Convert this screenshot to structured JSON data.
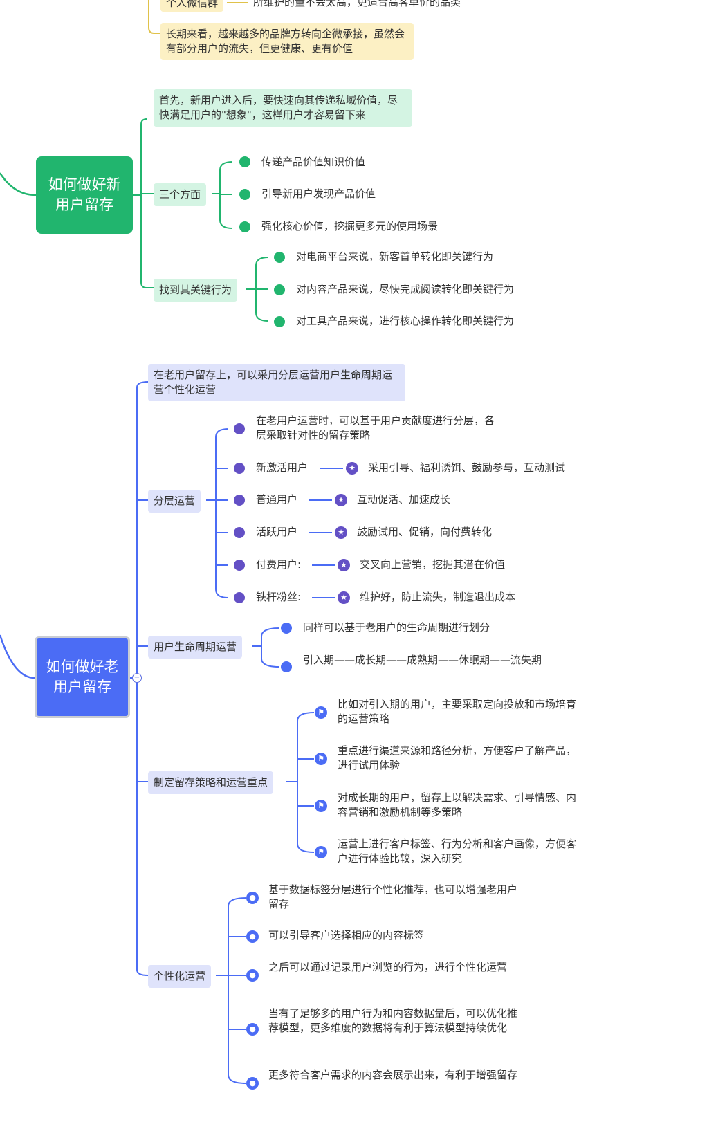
{
  "top": {
    "node_wechat": "个人微信群",
    "node_wechat_desc": "所维护的量不会太高，更适合高客单价的品类",
    "node_longterm": "长期来看，越来越多的品牌方转向企微承接，虽然会有部分用户的流失，但更健康、更有价值"
  },
  "new_user": {
    "root": "如何做好新用户留存",
    "first": "首先，新用户进入后，要快速向其传递私域价值，尽快满足用户的\"想象\"，这样用户才容易留下来",
    "three_aspects": "三个方面",
    "aspects": [
      "传递产品价值知识价值",
      "引导新用户发现产品价值",
      "强化核心价值，挖掘更多元的使用场景"
    ],
    "key_behavior": "找到其关键行为",
    "behaviors": [
      "对电商平台来说，新客首单转化即关键行为",
      "对内容产品来说，尽快完成阅读转化即关键行为",
      "对工具产品来说，进行核心操作转化即关键行为"
    ]
  },
  "old_user": {
    "root": "如何做好老用户留存",
    "intro": "在老用户留存上，可以采用分层运营用户生命周期运营个性化运营",
    "layered": "分层运营",
    "layered_intro": "在老用户运营时，可以基于用户贡献度进行分层，各层采取针对性的留存策略",
    "layers": [
      {
        "name": "新激活用户",
        "desc": "采用引导、福利诱饵、鼓励参与，互动测试"
      },
      {
        "name": "普通用户",
        "desc": "互动促活、加速成长"
      },
      {
        "name": "活跃用户",
        "desc": "鼓励试用、促销，向付费转化"
      },
      {
        "name": "付费用户:",
        "desc": "交叉向上营销，挖掘其潜在价值"
      },
      {
        "name": "铁杆粉丝:",
        "desc": "维护好，防止流失，制造退出成本"
      }
    ],
    "lifecycle": "用户生命周期运营",
    "lifecycle_items": [
      "同样可以基于老用户的生命周期进行划分",
      "引入期——成长期——成熟期——休眠期——流失期"
    ],
    "strategy": "制定留存策略和运营重点",
    "strategy_items": [
      "比如对引入期的用户，主要采取定向投放和市场培育的运营策略",
      "重点进行渠道来源和路径分析，方便客户了解产品，进行试用体验",
      "对成长期的用户，留存上以解决需求、引导情感、内容营销和激励机制等多策略",
      "运营上进行客户标签、行为分析和客户画像，方便客户进行体验比较，深入研究"
    ],
    "personal": "个性化运营",
    "personal_items": [
      "基于数据标签分层进行个性化推荐，也可以增强老用户留存",
      "可以引导客户选择相应的内容标签",
      "之后可以通过记录用户浏览的行为，进行个性化运营",
      "当有了足够多的用户行为和内容数据量后，可以优化推荐模型，更多维度的数据将有利于算法模型持续优化",
      "更多符合客户需求的内容会展示出来，有利于增强留存"
    ]
  },
  "colors": {
    "green": "#21b56e",
    "blue": "#4b6cf5",
    "purple": "#6350c5",
    "yellow_box": "#fcf0c4",
    "green_box": "#d4f4e3",
    "blue_box": "#dfe3fb"
  }
}
